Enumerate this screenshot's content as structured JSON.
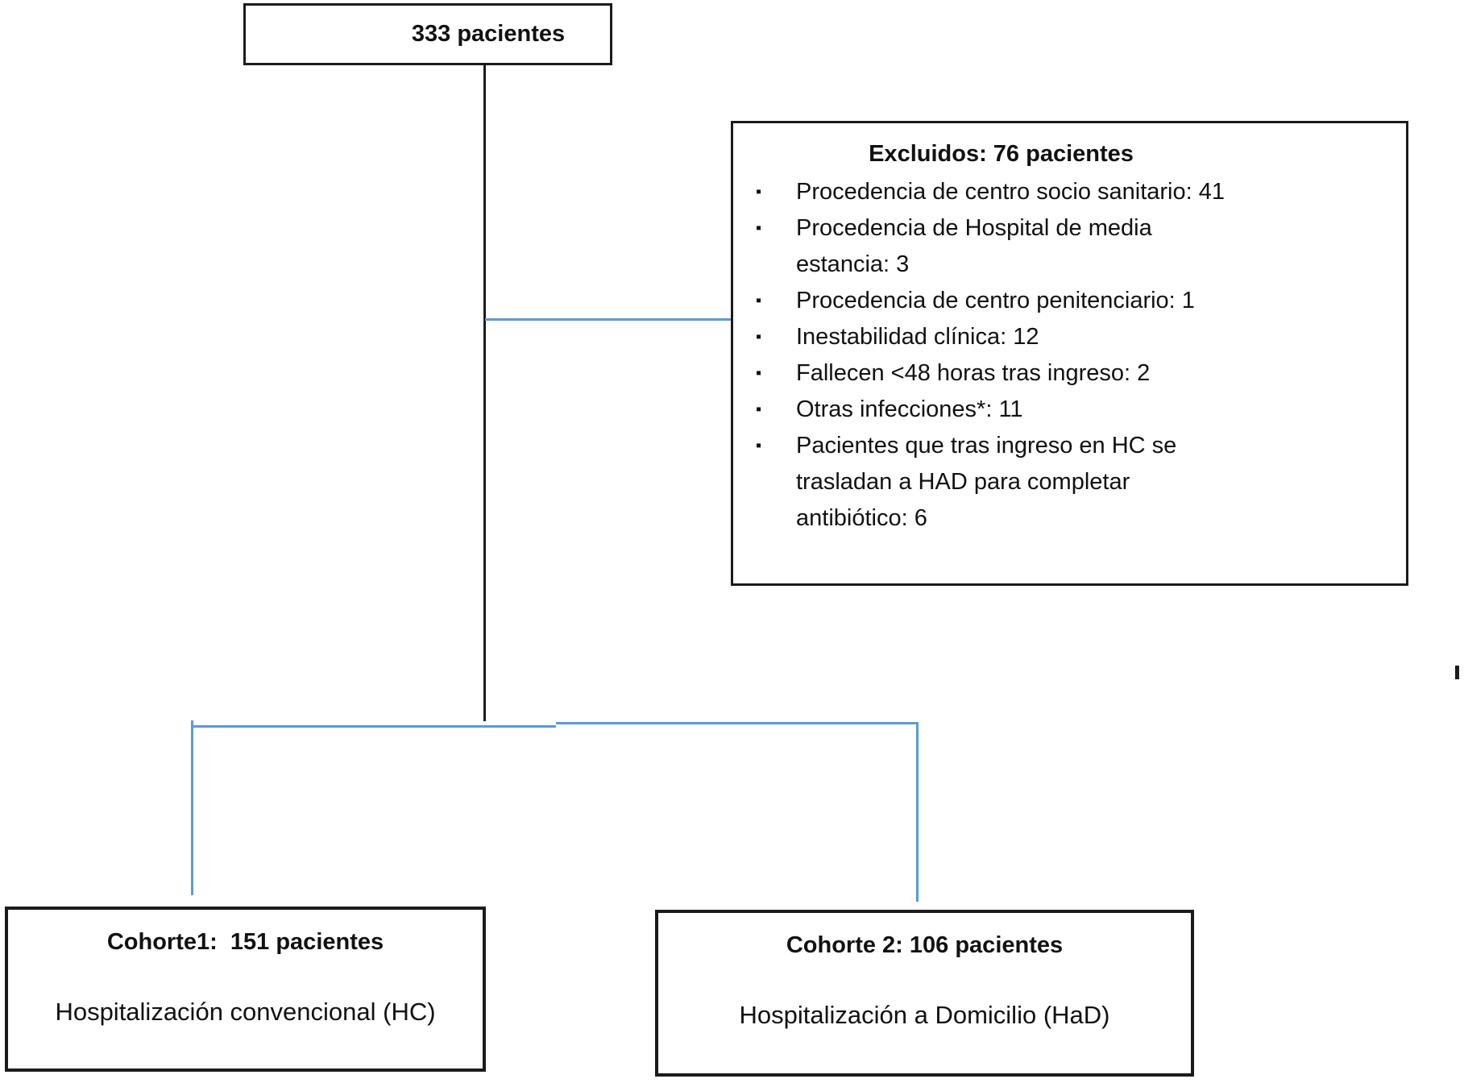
{
  "diagram": {
    "top_box": {
      "label": "333 pacientes"
    },
    "excluded_box": {
      "title": "Excluidos: 76 pacientes",
      "bullet_glyph": "▪",
      "items": [
        "Procedencia de centro socio sanitario: 41",
        "Procedencia de Hospital de media\nestancia: 3",
        "Procedencia de centro penitenciario: 1",
        "Inestabilidad clínica: 12",
        "Fallecen <48 horas tras ingreso: 2",
        "Otras infecciones*: 11",
        "Pacientes que tras ingreso en HC se\ntrasladan a HAD para completar\nantibiótico: 6"
      ]
    },
    "cohort1_box": {
      "title": "Cohorte1:  151 pacientes",
      "subtitle": "Hospitalización convencional (HC)"
    },
    "cohort2_box": {
      "title": "Cohorte 2: 106 pacientes",
      "subtitle": "Hospitalización a Domicilio (HaD)"
    },
    "colors": {
      "box_border": "#1b1b1b",
      "connector_blue": "#5b9bd5",
      "text": "#111111"
    }
  }
}
